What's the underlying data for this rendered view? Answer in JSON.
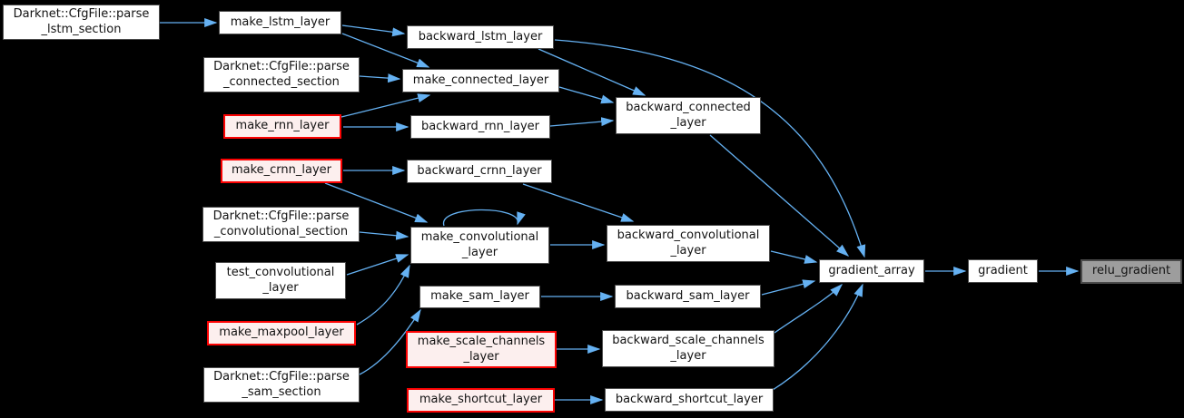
{
  "diagram": {
    "type": "call-graph",
    "colors": {
      "background": "#000000",
      "arrow": "#65b1f2",
      "node_fill": "#ffffff",
      "node_border": "#4d4d4d",
      "highlight_border": "#fb0202",
      "highlight_fill": "#fcefee",
      "current_fill": "#9d9d9d",
      "text": "#131313"
    },
    "nodes": {
      "parse_lstm_section": {
        "lines": [
          "Darknet::CfgFile::parse",
          "_lstm_section"
        ],
        "style": "plain"
      },
      "make_lstm_layer": {
        "lines": [
          "make_lstm_layer"
        ],
        "style": "plain"
      },
      "backward_lstm_layer": {
        "lines": [
          "backward_lstm_layer"
        ],
        "style": "plain"
      },
      "parse_connected_section": {
        "lines": [
          "Darknet::CfgFile::parse",
          "_connected_section"
        ],
        "style": "plain"
      },
      "make_connected_layer": {
        "lines": [
          "make_connected_layer"
        ],
        "style": "plain"
      },
      "make_rnn_layer": {
        "lines": [
          "make_rnn_layer"
        ],
        "style": "highlight"
      },
      "backward_rnn_layer": {
        "lines": [
          "backward_rnn_layer"
        ],
        "style": "plain"
      },
      "backward_connected_layer": {
        "lines": [
          "backward_connected",
          "_layer"
        ],
        "style": "plain"
      },
      "make_crnn_layer": {
        "lines": [
          "make_crnn_layer"
        ],
        "style": "highlight"
      },
      "backward_crnn_layer": {
        "lines": [
          "backward_crnn_layer"
        ],
        "style": "plain"
      },
      "parse_convolutional_section": {
        "lines": [
          "Darknet::CfgFile::parse",
          "_convolutional_section"
        ],
        "style": "plain"
      },
      "make_convolutional_layer": {
        "lines": [
          "make_convolutional",
          "_layer"
        ],
        "style": "plain"
      },
      "backward_convolutional_layer": {
        "lines": [
          "backward_convolutional",
          "_layer"
        ],
        "style": "plain"
      },
      "test_convolutional_layer": {
        "lines": [
          "test_convolutional",
          "_layer"
        ],
        "style": "plain"
      },
      "gradient_array": {
        "lines": [
          "gradient_array"
        ],
        "style": "plain"
      },
      "gradient": {
        "lines": [
          "gradient"
        ],
        "style": "plain"
      },
      "relu_gradient": {
        "lines": [
          "relu_gradient"
        ],
        "style": "current"
      },
      "make_sam_layer": {
        "lines": [
          "make_sam_layer"
        ],
        "style": "plain"
      },
      "backward_sam_layer": {
        "lines": [
          "backward_sam_layer"
        ],
        "style": "plain"
      },
      "make_maxpool_layer": {
        "lines": [
          "make_maxpool_layer"
        ],
        "style": "highlight"
      },
      "make_scale_channels_layer": {
        "lines": [
          "make_scale_channels",
          "_layer"
        ],
        "style": "highlight"
      },
      "backward_scale_channels_layer": {
        "lines": [
          "backward_scale_channels",
          "_layer"
        ],
        "style": "plain"
      },
      "parse_sam_section": {
        "lines": [
          "Darknet::CfgFile::parse",
          "_sam_section"
        ],
        "style": "plain"
      },
      "make_shortcut_layer": {
        "lines": [
          "make_shortcut_layer"
        ],
        "style": "highlight"
      },
      "backward_shortcut_layer": {
        "lines": [
          "backward_shortcut_layer"
        ],
        "style": "plain"
      }
    },
    "edges": [
      {
        "from": "parse_lstm_section",
        "to": "make_lstm_layer"
      },
      {
        "from": "make_lstm_layer",
        "to": "backward_lstm_layer"
      },
      {
        "from": "make_lstm_layer",
        "to": "make_connected_layer"
      },
      {
        "from": "parse_connected_section",
        "to": "make_connected_layer"
      },
      {
        "from": "make_rnn_layer",
        "to": "make_connected_layer"
      },
      {
        "from": "make_rnn_layer",
        "to": "backward_rnn_layer"
      },
      {
        "from": "backward_rnn_layer",
        "to": "backward_connected_layer"
      },
      {
        "from": "make_connected_layer",
        "to": "backward_connected_layer"
      },
      {
        "from": "backward_lstm_layer",
        "to": "backward_connected_layer"
      },
      {
        "from": "backward_lstm_layer",
        "to": "gradient_array"
      },
      {
        "from": "make_crnn_layer",
        "to": "backward_crnn_layer"
      },
      {
        "from": "make_crnn_layer",
        "to": "make_convolutional_layer"
      },
      {
        "from": "parse_convolutional_section",
        "to": "make_convolutional_layer"
      },
      {
        "from": "test_convolutional_layer",
        "to": "make_convolutional_layer"
      },
      {
        "from": "make_maxpool_layer",
        "to": "make_convolutional_layer"
      },
      {
        "from": "make_convolutional_layer",
        "to": "make_convolutional_layer"
      },
      {
        "from": "make_convolutional_layer",
        "to": "backward_convolutional_layer"
      },
      {
        "from": "backward_crnn_layer",
        "to": "backward_convolutional_layer"
      },
      {
        "from": "backward_convolutional_layer",
        "to": "gradient_array"
      },
      {
        "from": "backward_connected_layer",
        "to": "gradient_array"
      },
      {
        "from": "backward_sam_layer",
        "to": "gradient_array"
      },
      {
        "from": "backward_scale_channels_layer",
        "to": "gradient_array"
      },
      {
        "from": "backward_shortcut_layer",
        "to": "gradient_array"
      },
      {
        "from": "parse_sam_section",
        "to": "make_sam_layer"
      },
      {
        "from": "make_sam_layer",
        "to": "backward_sam_layer"
      },
      {
        "from": "make_scale_channels_layer",
        "to": "backward_scale_channels_layer"
      },
      {
        "from": "make_shortcut_layer",
        "to": "backward_shortcut_layer"
      },
      {
        "from": "gradient_array",
        "to": "gradient"
      },
      {
        "from": "gradient",
        "to": "relu_gradient"
      }
    ]
  }
}
